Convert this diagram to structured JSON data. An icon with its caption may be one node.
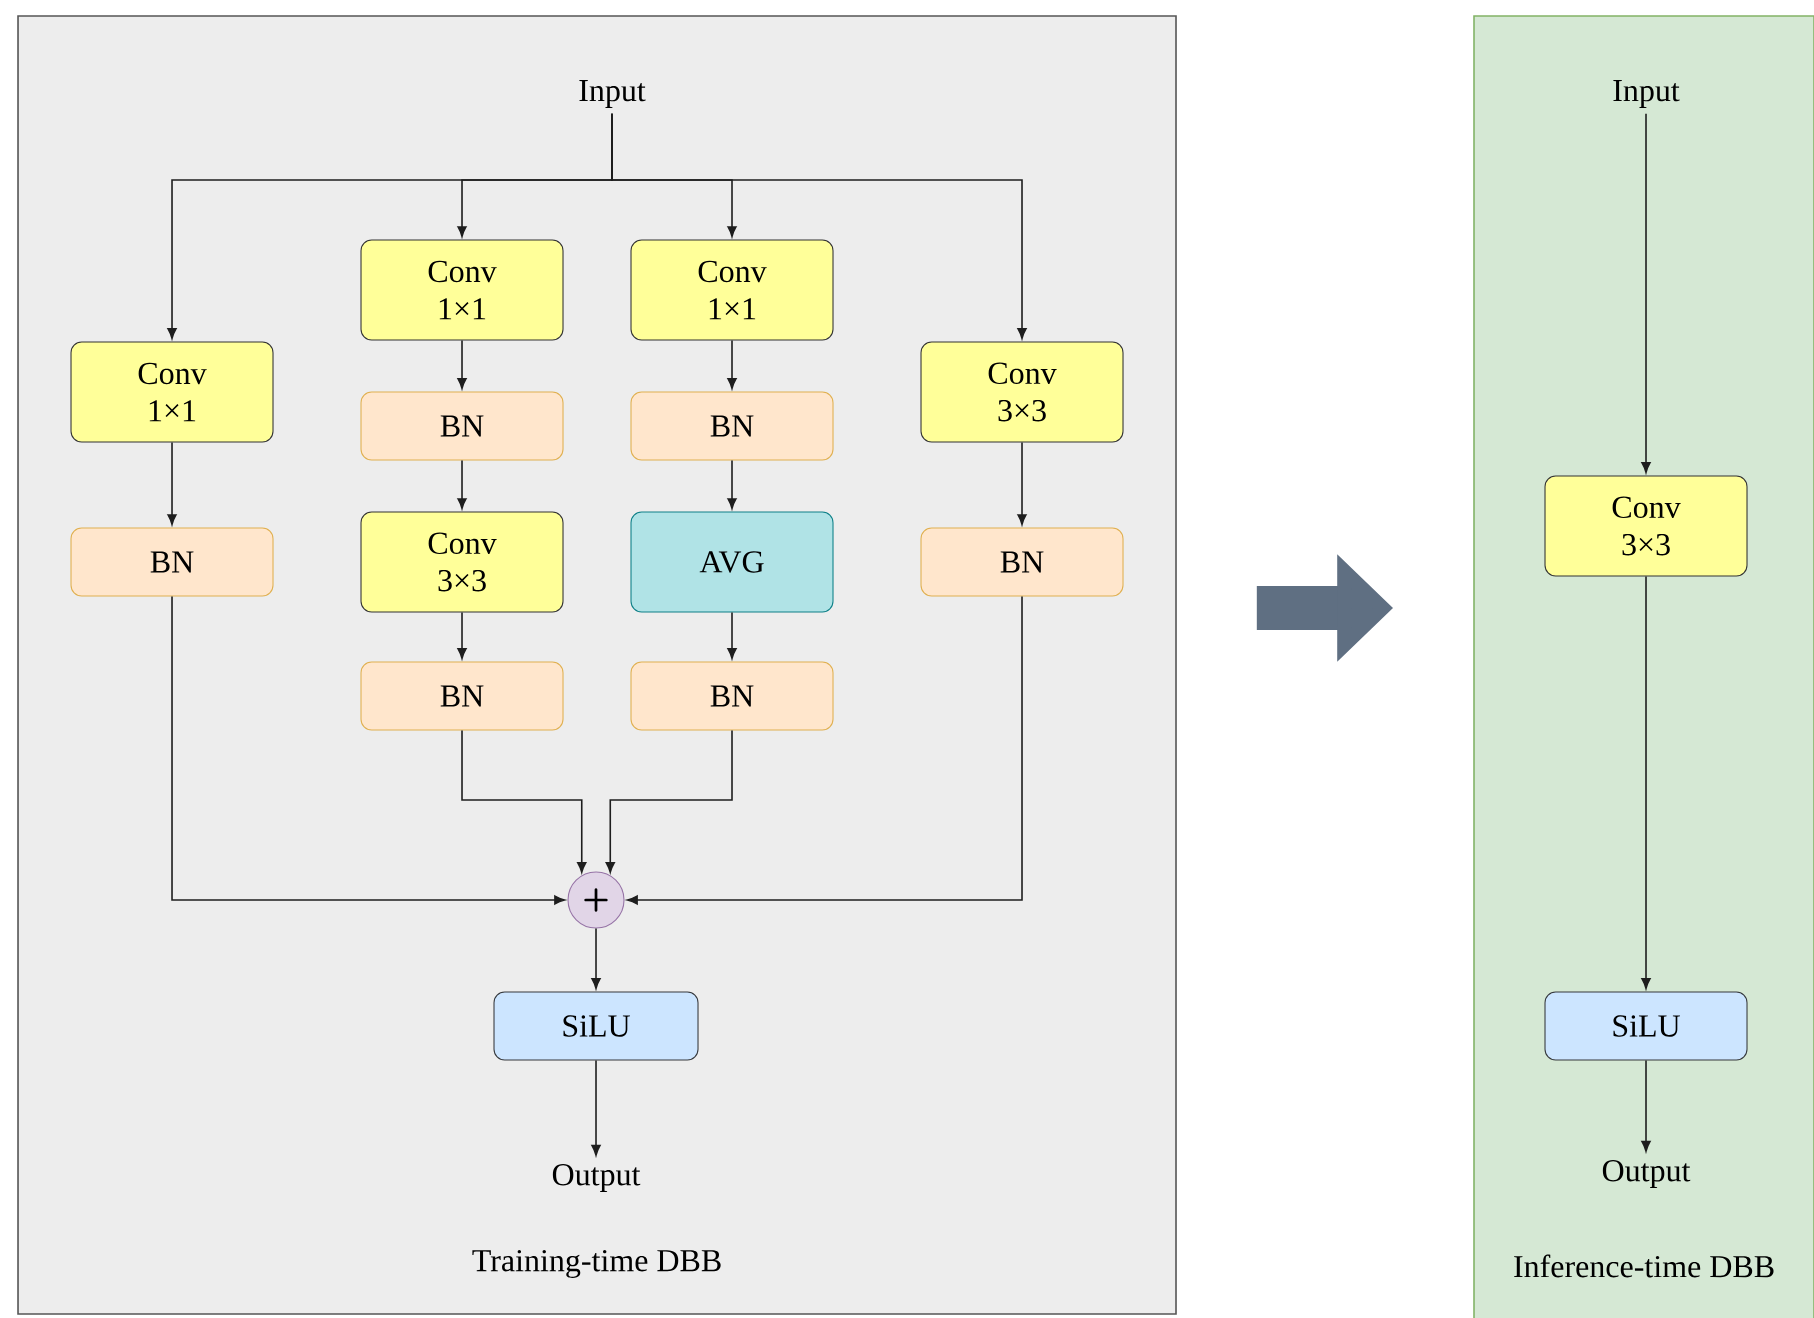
{
  "diagram": {
    "nodes": [
      {
        "text": [
          "Training-time DBB"
        ]
      },
      {
        "text": [
          "Input"
        ],
        "in": 0
      },
      {
        "text": [
          "Conv 1×1"
        ],
        "in": 0
      },
      {
        "text": [
          "Conv 1×1"
        ],
        "in": 0
      },
      {
        "text": [
          "Conv 1×1"
        ],
        "in": 0
      },
      {
        "text": [
          "Conv 3×3"
        ],
        "in": 0
      },
      {
        "text": [
          "BN"
        ],
        "in": 0
      },
      {
        "text": [
          "BN"
        ],
        "in": 0
      },
      {
        "text": [
          "BN"
        ],
        "in": 0
      },
      {
        "text": [
          "Conv 3×3"
        ],
        "in": 0
      },
      {
        "text": [
          "AVG"
        ],
        "in": 0
      },
      {
        "text": [
          "BN"
        ],
        "in": 0
      },
      {
        "text": [
          "BN"
        ],
        "in": 0
      },
      {
        "text": [
          "BN"
        ],
        "in": 0
      },
      {
        "text": [
          "+"
        ],
        "in": 0
      },
      {
        "text": [
          "SiLU"
        ],
        "in": 0
      },
      {
        "text": [
          "Output"
        ],
        "in": 0
      },
      {
        "text": [
          "Inference-time DBB"
        ]
      },
      {
        "text": [
          "Input"
        ],
        "in": 17
      },
      {
        "text": [
          "Conv 3×3"
        ],
        "in": 17
      },
      {
        "text": [
          "SiLU"
        ],
        "in": 17
      },
      {
        "text": [
          "Output"
        ],
        "in": 17
      }
    ],
    "edges": [
      {
        "from": 1,
        "to": 4,
        "arrow": "to"
      },
      {
        "from": 1,
        "to": 2,
        "arrow": "to"
      },
      {
        "from": 1,
        "to": 3,
        "arrow": "to"
      },
      {
        "from": 1,
        "to": 5,
        "arrow": "to"
      },
      {
        "from": 2,
        "to": 6,
        "arrow": "to"
      },
      {
        "from": 3,
        "to": 7,
        "arrow": "to"
      },
      {
        "from": 4,
        "to": 8,
        "arrow": "to"
      },
      {
        "from": 6,
        "to": 9,
        "arrow": "to"
      },
      {
        "from": 7,
        "to": 10,
        "arrow": "to"
      },
      {
        "from": 5,
        "to": 11,
        "arrow": "to"
      },
      {
        "from": 9,
        "to": 12,
        "arrow": "to"
      },
      {
        "from": 10,
        "to": 13,
        "arrow": "to"
      },
      {
        "from": 8,
        "to": 14,
        "arrow": "to"
      },
      {
        "from": 12,
        "to": 14,
        "arrow": "to"
      },
      {
        "from": 13,
        "to": 14,
        "arrow": "to"
      },
      {
        "from": 11,
        "to": 14,
        "arrow": "to"
      },
      {
        "from": 14,
        "to": 15,
        "arrow": "to"
      },
      {
        "from": 15,
        "to": 16,
        "arrow": "to"
      },
      {
        "from": 0,
        "to": 17,
        "arrow": "to",
        "style": "thick",
        "color": "#5f6f82"
      },
      {
        "from": 18,
        "to": 19,
        "arrow": "to"
      },
      {
        "from": 19,
        "to": 20,
        "arrow": "to"
      },
      {
        "from": 20,
        "to": 21,
        "arrow": "to"
      }
    ]
  }
}
